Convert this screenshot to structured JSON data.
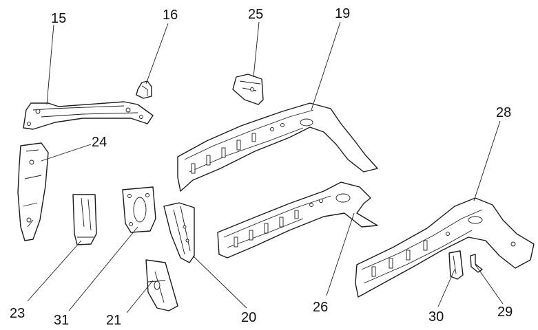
{
  "callouts": {
    "n15": "15",
    "n16": "16",
    "n25": "25",
    "n19": "19",
    "n24": "24",
    "n28": "28",
    "n23": "23",
    "n31": "31",
    "n21": "21",
    "n20": "20",
    "n26": "26",
    "n30": "30",
    "n29": "29"
  }
}
